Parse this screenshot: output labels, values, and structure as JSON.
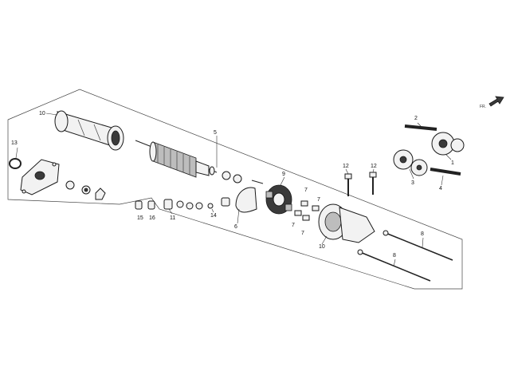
{
  "direction_indicator": {
    "label": "FR.",
    "icon": "front-arrow-icon"
  },
  "callouts": [
    {
      "id": "c1",
      "label": "1"
    },
    {
      "id": "c2",
      "label": "2"
    },
    {
      "id": "c3",
      "label": "3"
    },
    {
      "id": "c4",
      "label": "4"
    },
    {
      "id": "c5",
      "label": "5"
    },
    {
      "id": "c6",
      "label": "6"
    },
    {
      "id": "c7a",
      "label": "7"
    },
    {
      "id": "c7b",
      "label": "7"
    },
    {
      "id": "c7c",
      "label": "7"
    },
    {
      "id": "c7d",
      "label": "7"
    },
    {
      "id": "c8a",
      "label": "8"
    },
    {
      "id": "c8b",
      "label": "8"
    },
    {
      "id": "c9",
      "label": "9"
    },
    {
      "id": "c10a",
      "label": "10"
    },
    {
      "id": "c10b",
      "label": "10"
    },
    {
      "id": "c11",
      "label": "11"
    },
    {
      "id": "c12a",
      "label": "12"
    },
    {
      "id": "c12b",
      "label": "12"
    },
    {
      "id": "c13",
      "label": "13"
    },
    {
      "id": "c14",
      "label": "14"
    },
    {
      "id": "c15",
      "label": "15"
    },
    {
      "id": "c16",
      "label": "16"
    }
  ]
}
